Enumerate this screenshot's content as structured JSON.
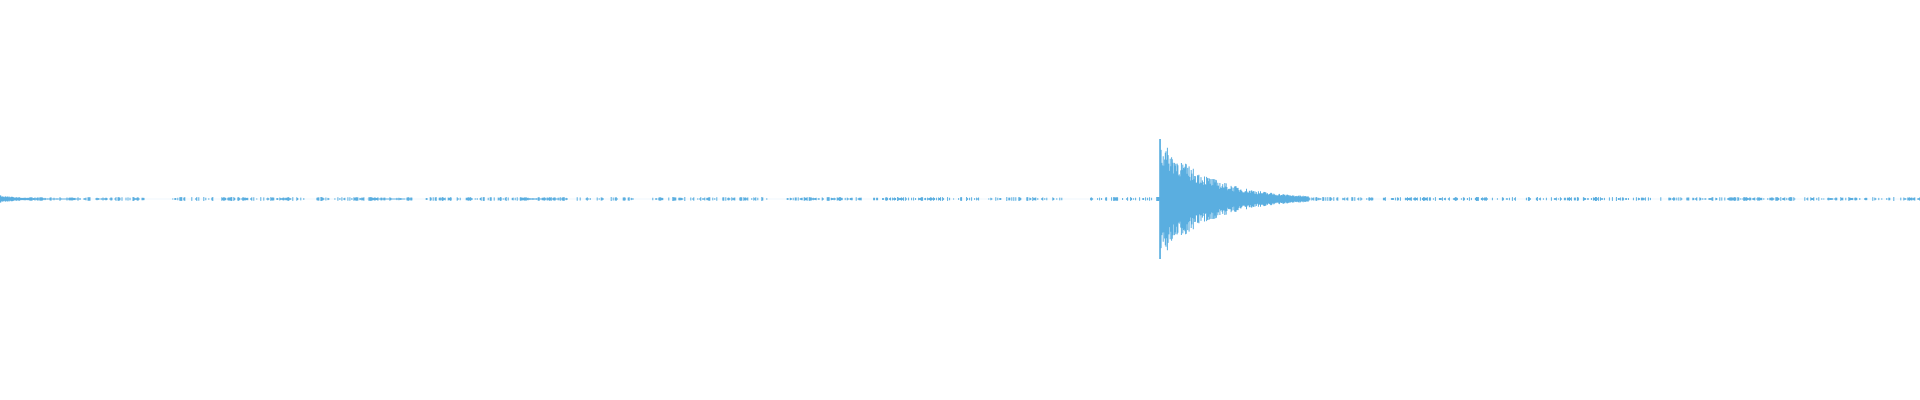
{
  "waveform": {
    "color": "#5aaee0",
    "background": "#ffffff",
    "total_duration_fraction": 1.0,
    "bursts": [
      {
        "time": 0.0,
        "peak": 0.06,
        "decay": 0.014
      },
      {
        "time": 0.193,
        "peak": 0.03,
        "decay": 0.006
      },
      {
        "time": 0.271,
        "peak": 0.03,
        "decay": 0.008
      },
      {
        "time": 0.604,
        "peak": 1.0,
        "decay": 0.026
      }
    ],
    "noise_segments": [
      [
        0.013,
        0.075
      ],
      [
        0.09,
        0.159
      ],
      [
        0.164,
        0.215
      ],
      [
        0.222,
        0.33
      ],
      [
        0.34,
        0.4
      ],
      [
        0.41,
        0.45
      ],
      [
        0.455,
        0.51
      ],
      [
        0.515,
        0.555
      ],
      [
        0.568,
        0.6
      ],
      [
        0.628,
        0.715
      ],
      [
        0.72,
        0.79
      ],
      [
        0.795,
        0.86
      ],
      [
        0.865,
        0.935
      ],
      [
        0.94,
        1.0
      ]
    ]
  }
}
